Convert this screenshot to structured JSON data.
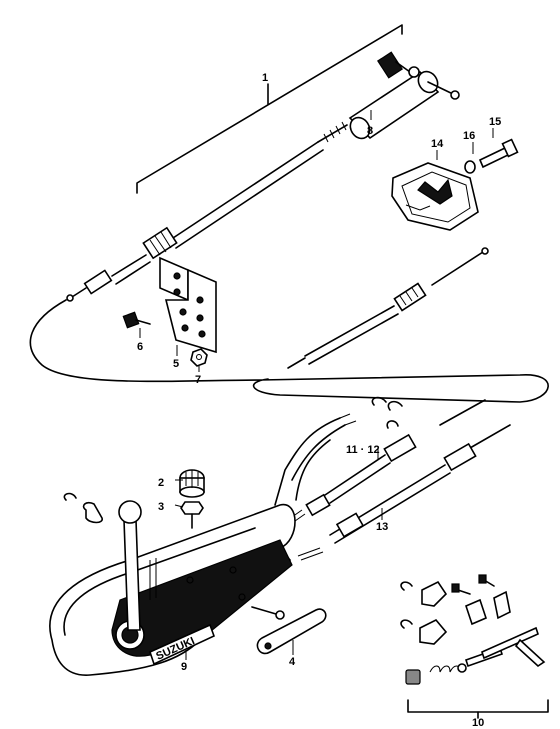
{
  "callouts": {
    "c1": "1",
    "c2": "2",
    "c3": "3",
    "c4": "4",
    "c5": "5",
    "c6": "6",
    "c7": "7",
    "c8": "8",
    "c9": "9",
    "c10": "10",
    "c11_12": "11 · 12",
    "c13": "13",
    "c14": "14",
    "c15": "15",
    "c16": "16"
  },
  "brand_label": "SUZUKI"
}
